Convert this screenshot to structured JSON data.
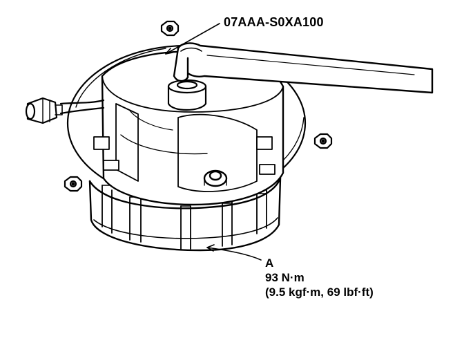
{
  "tool_label": "07AAA-S0XA100",
  "part_label": "A",
  "torque": {
    "nm": "93 N·m",
    "alt": "(9.5 kgf·m, 69 lbf·ft)"
  }
}
